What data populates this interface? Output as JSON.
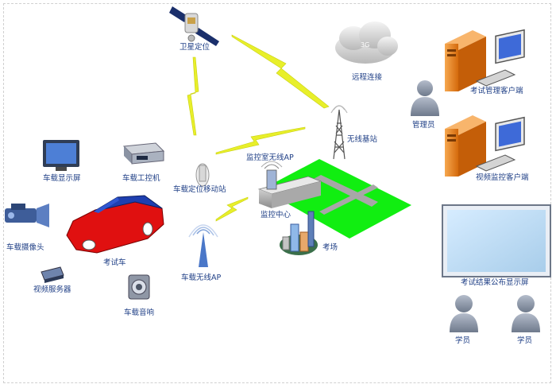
{
  "labels": {
    "satellite": "卫星定位",
    "cloud_3g": "3G",
    "remote": "远程连接",
    "admin_client": "考试管理客户端",
    "admin": "管理员",
    "video_client": "视频监控客户端",
    "wireless_base": "无线基站",
    "monitor_ap": "监控室无线AP",
    "vehicle_display": "车载显示屏",
    "vehicle_pc": "车载工控机",
    "gps_station": "车载定位移动站",
    "vehicle_camera": "车载摄像头",
    "exam_car": "考试车",
    "video_server": "视频服务器",
    "vehicle_speaker": "车载音响",
    "vehicle_ap": "车载无线AP",
    "monitor_center": "监控中心",
    "exam_field": "考场",
    "result_screen": "考试结果公布显示屏",
    "student1": "学员",
    "student2": "学员"
  },
  "colors": {
    "link_lightning": "#e8ef2a",
    "field_green": "#11ee11",
    "road_gray": "#a7a7a7",
    "car_red": "#e01010",
    "car_blue": "#1e3fb0",
    "tower_orange": "#f08a1d",
    "label_blue": "#1f3f86",
    "screen_blue": "#bfe0f8",
    "person_gray": "#8e9aac"
  },
  "icons": [
    "satellite-icon",
    "cloud-icon",
    "server-tower-icon",
    "monitor-icon",
    "person-icon",
    "antenna-tower-icon",
    "building-icon",
    "car-icon",
    "camera-icon",
    "speaker-icon",
    "display-icon",
    "industrial-pc-icon",
    "gps-antenna-icon",
    "wireless-ap-icon",
    "video-server-icon",
    "large-display-icon"
  ]
}
